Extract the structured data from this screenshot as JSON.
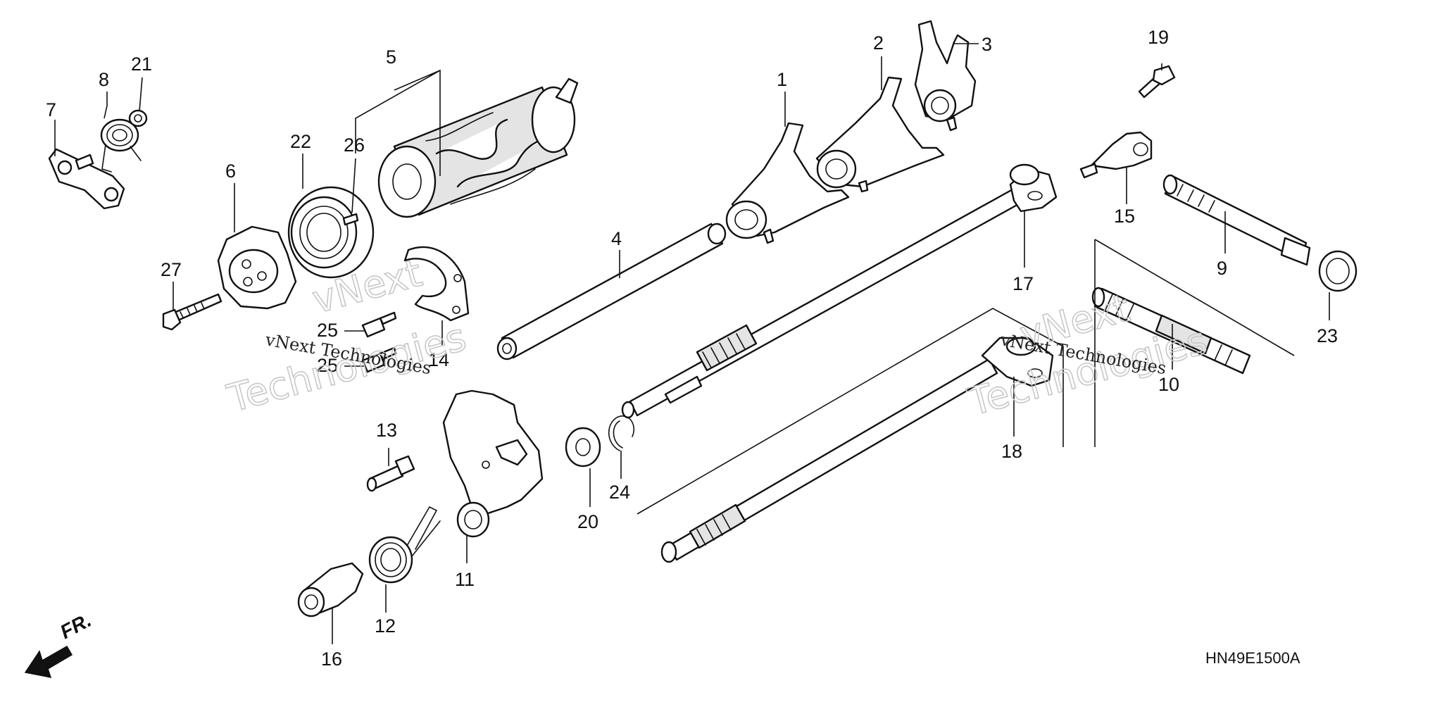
{
  "diagram_code": "HN49E1500A",
  "front_marker": "FR.",
  "watermark": {
    "top": "vNext",
    "line": "vNext Technologies",
    "bottom": "Technologies"
  },
  "callouts": {
    "c1": "1",
    "c2": "2",
    "c3": "3",
    "c4": "4",
    "c5": "5",
    "c6": "6",
    "c7": "7",
    "c8": "8",
    "c9": "9",
    "c10": "10",
    "c11": "11",
    "c12": "12",
    "c13": "13",
    "c14": "14",
    "c15": "15",
    "c16": "16",
    "c17": "17",
    "c18": "18",
    "c19": "19",
    "c20": "20",
    "c21": "21",
    "c22": "22",
    "c23": "23",
    "c24": "24",
    "c25a": "25",
    "c25b": "25",
    "c26": "26",
    "c27": "27"
  }
}
